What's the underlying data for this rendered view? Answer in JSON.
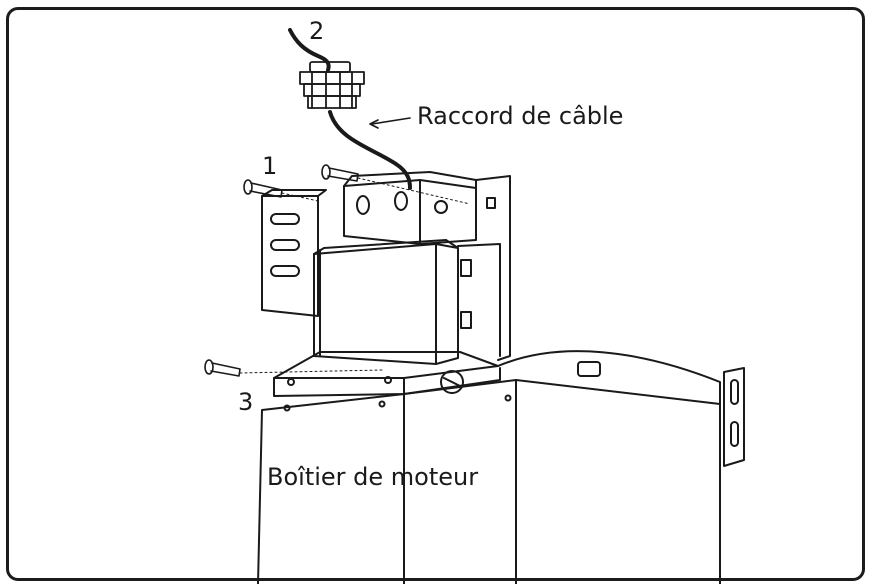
{
  "diagram": {
    "callouts": {
      "one": "1",
      "two": "2",
      "three": "3"
    },
    "labels": {
      "cable_fitting": "Raccord de câble",
      "motor_housing": "Boîtier de moteur"
    },
    "colors": {
      "line": "#1a1a1a",
      "frame": "#1c1c1c",
      "background": "#ffffff"
    }
  }
}
